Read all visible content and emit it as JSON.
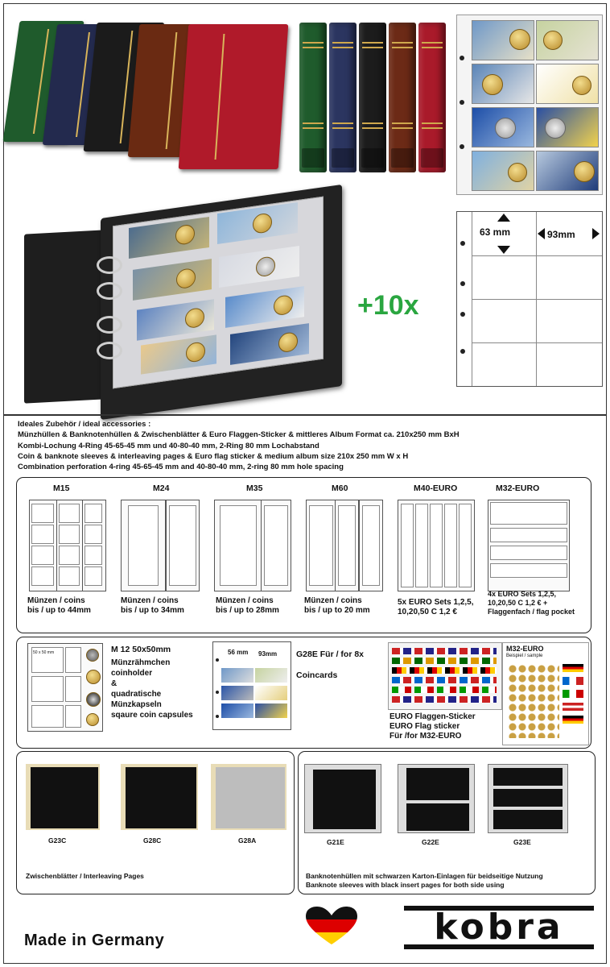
{
  "promo": {
    "plus_label": "+10x"
  },
  "dims": {
    "height_label": "63 mm",
    "width_label": "93mm"
  },
  "accessories": {
    "heading": "Ideales Zubehör / ideal accessories :",
    "lines": [
      "Münzhüllen & Banknotenhüllen & Zwischenblätter & Euro Flaggen-Sticker & mittleres Album Format ca. 210x250 mm BxH",
      "Kombi-Lochung 4-Ring 45-65-45 mm und 40-80-40 mm, 2-Ring 80 mm Lochabstand",
      "Coin & banknote sleeves & interleaving pages & Euro flag sticker & medium album size 210x 250 mm W x H",
      "Combination perforation 4-ring 45-65-45 mm and 40-80-40 mm, 2-ring 80 mm hole spacing"
    ]
  },
  "sheets": [
    {
      "title": "M15",
      "caption": "Münzen / coins\nbis / up to 44mm"
    },
    {
      "title": "M24",
      "caption": "Münzen / coins\nbis / up to 34mm"
    },
    {
      "title": "M35",
      "caption": "Münzen / coins\nbis / up to 28mm"
    },
    {
      "title": "M60",
      "caption": "Münzen / coins\nbis / up to 20 mm"
    },
    {
      "title": "M40-EURO",
      "caption": "5x EURO Sets 1,2,5,\n10,20,50 C 1,2 €"
    },
    {
      "title": "M32-EURO",
      "caption": "4x EURO Sets 1,2,5,\n10,20,50 C 1,2 € +\nFlaggenfach / flag pocket"
    }
  ],
  "m12": {
    "title": "M 12  50x50mm",
    "desc": "Münzrähmchen\ncoinholder\n&\nquadratische\nMünzkapseln\nsqaure coin capsules",
    "cell_label": "50 x 50 mm"
  },
  "g28e": {
    "title": "G28E Für / for 8x",
    "sub": "Coincards",
    "h_label": "56 mm",
    "w_label": "93mm"
  },
  "flags": {
    "caption": "EURO Flaggen-Sticker\nEURO Flag sticker\nFür /for M32-EURO",
    "right_title": "M32-EURO",
    "right_sub": "Beispiel / sample"
  },
  "interleave": {
    "labels": [
      "G23C",
      "G28C",
      "G28A"
    ],
    "caption": "Zwischenblätter / Interleaving Pages"
  },
  "banknote": {
    "labels": [
      "G21E",
      "G22E",
      "G23E"
    ],
    "caption": "Banknotenhüllen mit schwarzen Karton-Einlagen für beidseitige Nutzung\nBanknote sleeves with black insert pages for both side using"
  },
  "footer": {
    "made_in": "Made in Germany",
    "brand": "kobra"
  },
  "colors": {
    "green": "#1f5b2c",
    "navy": "#232a4e",
    "black": "#1b1b1b",
    "brown": "#6a2a12",
    "red": "#b01a2a",
    "accent_green": "#2aa640"
  }
}
